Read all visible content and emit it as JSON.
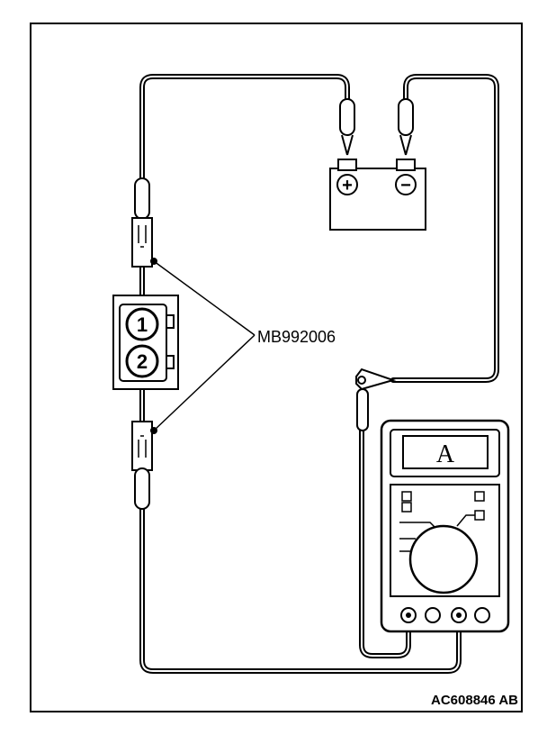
{
  "diagram": {
    "tool_label": "MB992006",
    "figure_code": "AC608846 AB",
    "battery": {
      "positive_symbol": "+",
      "negative_symbol": "−"
    },
    "connector": {
      "terminals": [
        "1",
        "2"
      ]
    },
    "meter": {
      "display": "A"
    }
  }
}
